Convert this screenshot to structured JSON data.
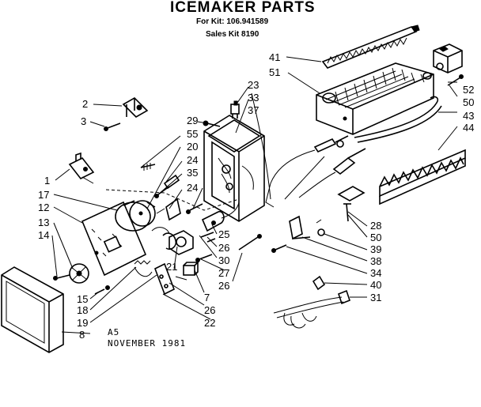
{
  "header": {
    "title": "ICEMAKER PARTS",
    "kit_line": "For Kit: 106.941589",
    "sales_line": "Sales Kit 8190"
  },
  "footer": {
    "code": "A5",
    "date": "NOVEMBER 1981"
  },
  "callouts": [
    {
      "id": "c2",
      "label": "2"
    },
    {
      "id": "c3",
      "label": "3"
    },
    {
      "id": "c1",
      "label": "1"
    },
    {
      "id": "c17",
      "label": "17"
    },
    {
      "id": "c12",
      "label": "12"
    },
    {
      "id": "c13",
      "label": "13"
    },
    {
      "id": "c14",
      "label": "14"
    },
    {
      "id": "c15",
      "label": "15"
    },
    {
      "id": "c18",
      "label": "18"
    },
    {
      "id": "c19",
      "label": "19"
    },
    {
      "id": "c8",
      "label": "8"
    },
    {
      "id": "c29",
      "label": "29"
    },
    {
      "id": "c55",
      "label": "55"
    },
    {
      "id": "c20",
      "label": "20"
    },
    {
      "id": "c24a",
      "label": "24"
    },
    {
      "id": "c35",
      "label": "35"
    },
    {
      "id": "c24b",
      "label": "24"
    },
    {
      "id": "c23",
      "label": "23"
    },
    {
      "id": "c33",
      "label": "33"
    },
    {
      "id": "c37",
      "label": "37"
    },
    {
      "id": "c41",
      "label": "41"
    },
    {
      "id": "c51",
      "label": "51"
    },
    {
      "id": "c52",
      "label": "52"
    },
    {
      "id": "c50a",
      "label": "50"
    },
    {
      "id": "c43",
      "label": "43"
    },
    {
      "id": "c44",
      "label": "44"
    },
    {
      "id": "c25",
      "label": "25"
    },
    {
      "id": "c26a",
      "label": "26"
    },
    {
      "id": "c30",
      "label": "30"
    },
    {
      "id": "c27",
      "label": "27"
    },
    {
      "id": "c26b",
      "label": "26"
    },
    {
      "id": "c21",
      "label": "21"
    },
    {
      "id": "c7",
      "label": "7"
    },
    {
      "id": "c26c",
      "label": "26"
    },
    {
      "id": "c22",
      "label": "22"
    },
    {
      "id": "c28",
      "label": "28"
    },
    {
      "id": "c50b",
      "label": "50"
    },
    {
      "id": "c39",
      "label": "39"
    },
    {
      "id": "c38",
      "label": "38"
    },
    {
      "id": "c34",
      "label": "34"
    },
    {
      "id": "c40",
      "label": "40"
    },
    {
      "id": "c31",
      "label": "31"
    }
  ]
}
